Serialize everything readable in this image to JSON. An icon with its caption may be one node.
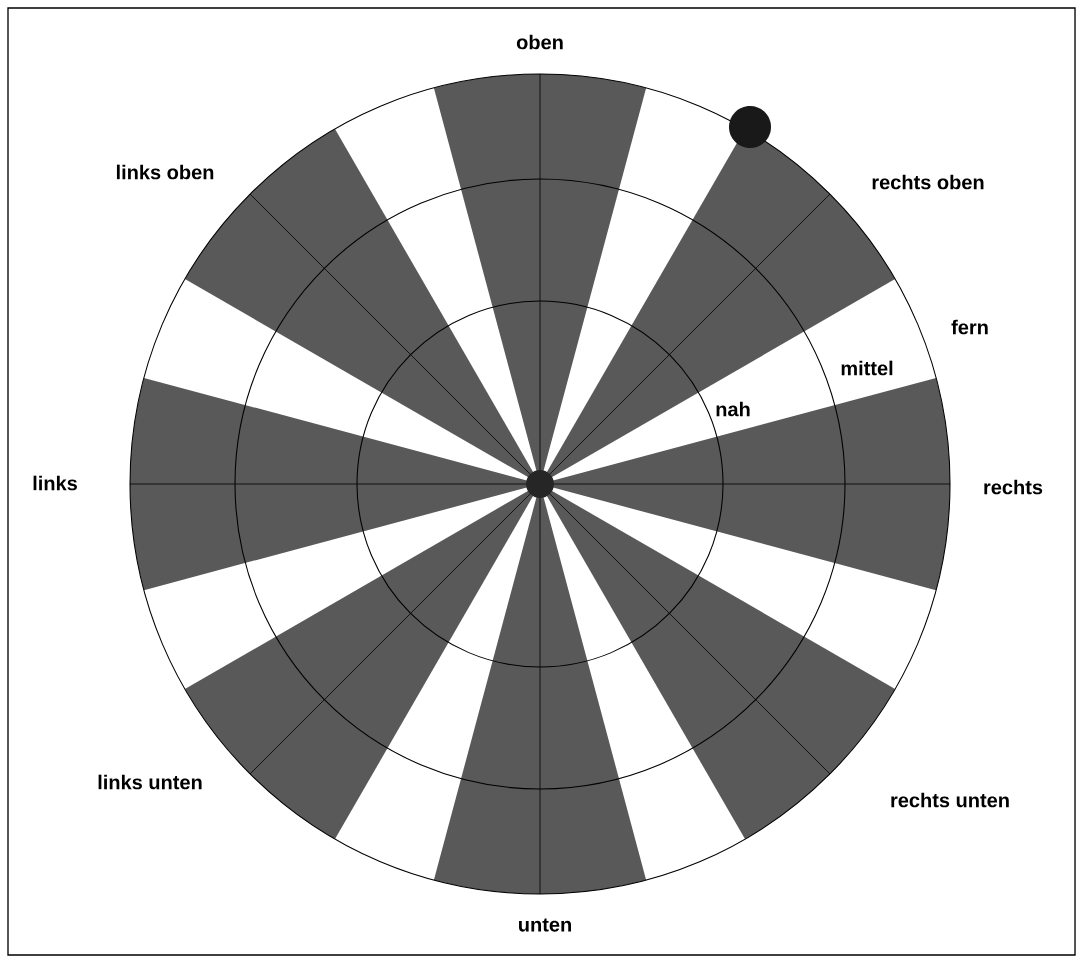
{
  "diagram": {
    "labels": [
      "oben",
      "links oben",
      "rechts oben",
      "fern",
      "mittel",
      "nah",
      "links",
      "rechts",
      "links unten",
      "rechts unten",
      "unten"
    ]
  }
}
